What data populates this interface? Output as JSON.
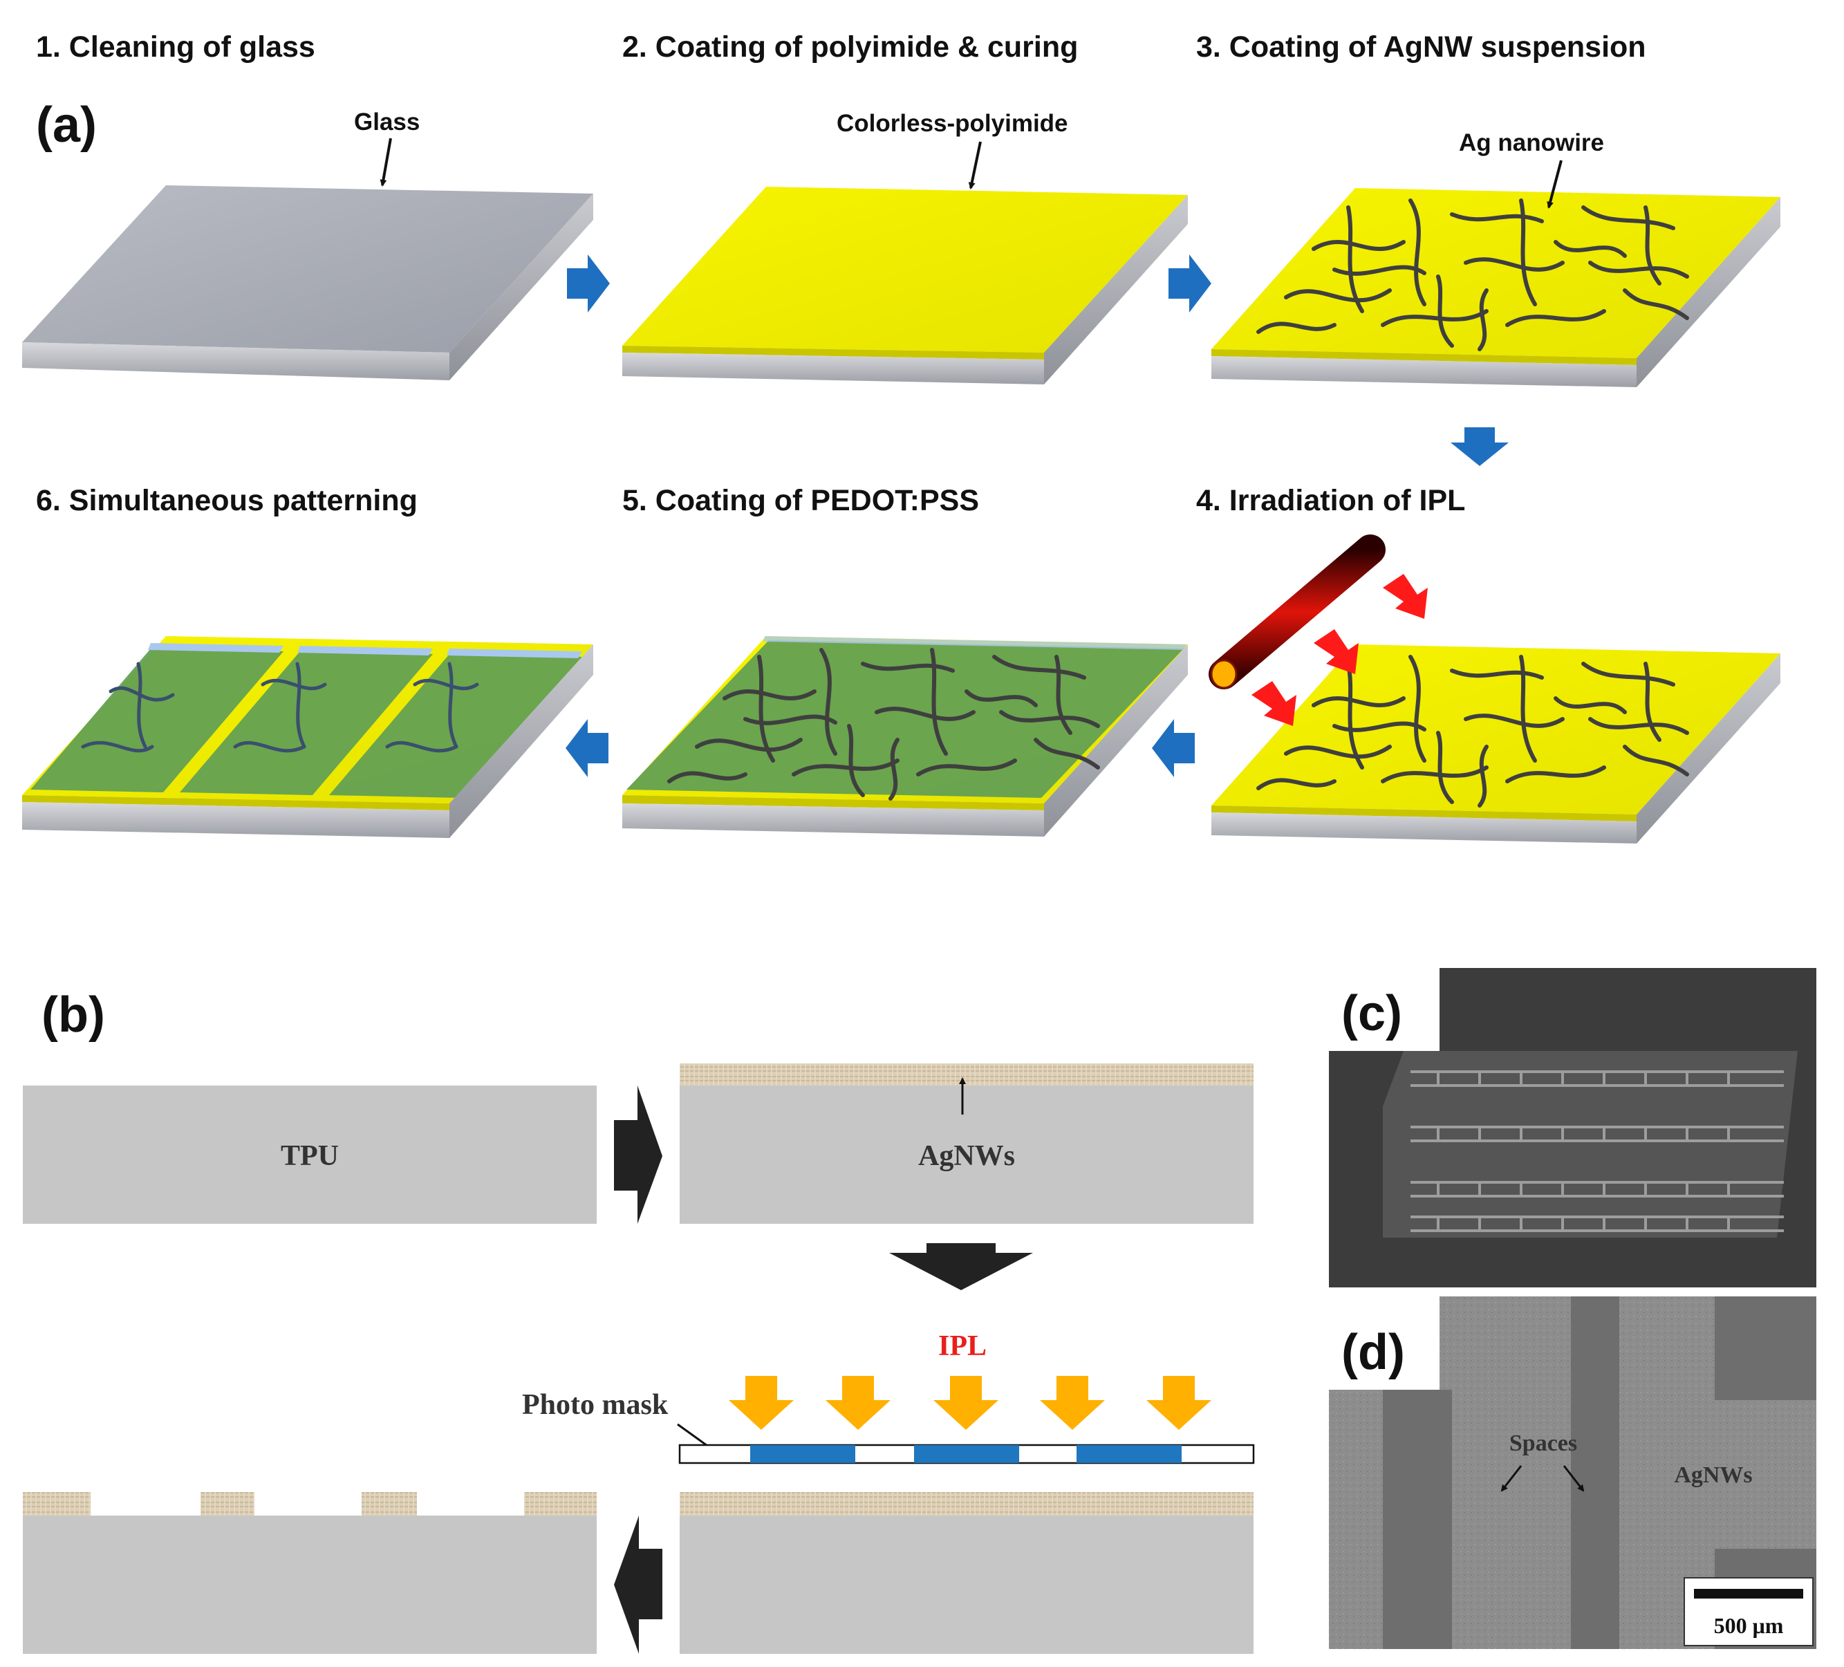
{
  "panel_a": {
    "letter": "(a)",
    "steps": [
      {
        "title": "1. Cleaning of glass",
        "callout": "Glass"
      },
      {
        "title": "2. Coating of polyimide & curing",
        "callout": "Colorless-polyimide"
      },
      {
        "title": "3. Coating of AgNW suspension",
        "callout": "Ag nanowire"
      },
      {
        "title": "4. Irradiation of IPL"
      },
      {
        "title": "5. Coating of PEDOT:PSS"
      },
      {
        "title": "6. Simultaneous patterning"
      }
    ]
  },
  "panel_b": {
    "letter": "(b)",
    "tpu_label": "TPU",
    "agnws_label": "AgNWs",
    "ipl_label": "IPL",
    "photomask_label": "Photo mask"
  },
  "panel_c": {
    "letter": "(c)"
  },
  "panel_d": {
    "letter": "(d)",
    "spaces_label": "Spaces",
    "agnws_label": "AgNWs",
    "scale_label": "500 μm"
  },
  "colors": {
    "glass": "#a9adb6",
    "polyimide": "#f2f000",
    "pedot": "#5f9e55",
    "nanowire": "#3f3f3f",
    "flow_arrow": "#1f6fc0",
    "ipl_arrow": "#ffb000",
    "red_arrow": "#ff1a1a",
    "tpu": "#c6c6c6",
    "mask_blue": "#1f77bf"
  }
}
